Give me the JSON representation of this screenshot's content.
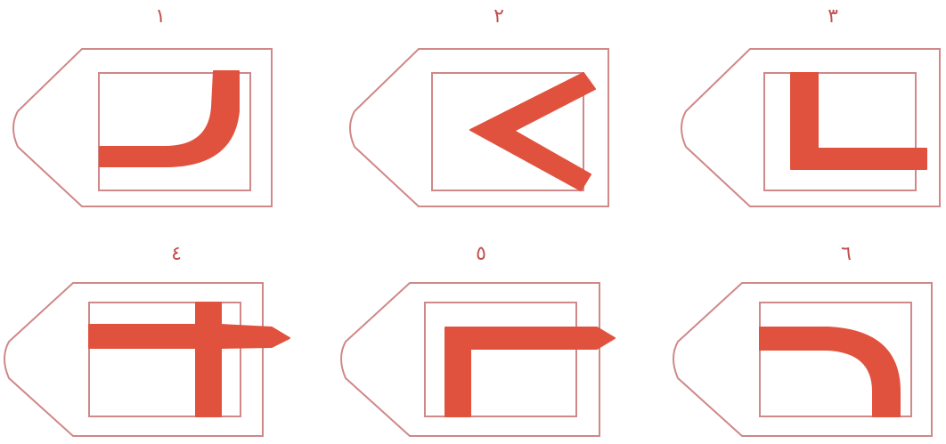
{
  "figure": {
    "panels": [
      {
        "label": "١",
        "shape": "curve-up-right"
      },
      {
        "label": "٢",
        "shape": "chevron-left"
      },
      {
        "label": "٣",
        "shape": "l-shape"
      },
      {
        "label": "٤",
        "shape": "cross"
      },
      {
        "label": "٥",
        "shape": "inverted-l-left"
      },
      {
        "label": "٦",
        "shape": "curve-down-right"
      }
    ],
    "colors": {
      "outline": "#d08888",
      "mark": "#e0523e",
      "label": "#c0504d"
    }
  }
}
